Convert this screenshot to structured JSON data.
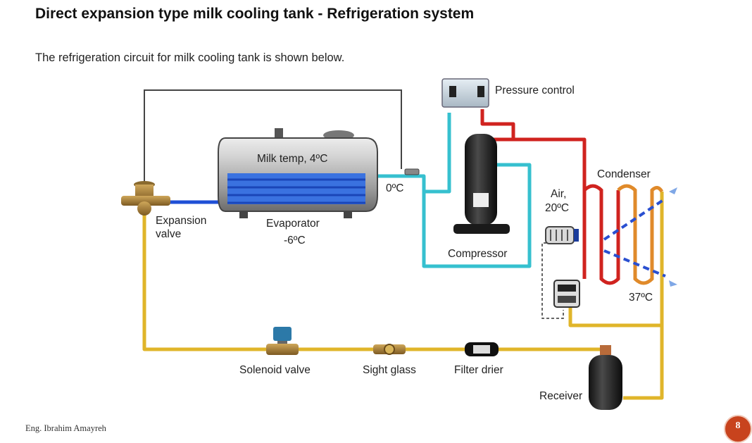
{
  "slide": {
    "title": "Direct expansion type milk cooling tank - Refrigeration system",
    "subtitle": "The refrigeration circuit for milk cooling tank is shown below."
  },
  "diagram": {
    "labels": {
      "pressure_control": "Pressure control",
      "condenser": "Condenser",
      "air": "Air,",
      "air_temp": "20ºC",
      "milk_temp": "Milk temp, 4ºC",
      "outlet_temp": "0ºC",
      "expansion_valve_1": "Expansion",
      "expansion_valve_2": "valve",
      "evaporator": "Evaporator",
      "evaporator_temp": "-6ºC",
      "compressor": "Compressor",
      "condenser_temp": "37ºC",
      "solenoid_valve": "Solenoid valve",
      "sight_glass": "Sight glass",
      "filter_drier": "Filter drier",
      "receiver": "Receiver"
    },
    "colors": {
      "liquid_line": "#e0b52a",
      "suction_line": "#36c0cf",
      "discharge_line": "#d0231f",
      "evaporator_coil": "#1f4fd6",
      "control_wire": "#444444",
      "air_flow": "#2a4fd0"
    }
  },
  "footer": {
    "author": "Eng. Ibrahim Amayreh",
    "page": "8",
    "badge_color": "#c8431d"
  }
}
